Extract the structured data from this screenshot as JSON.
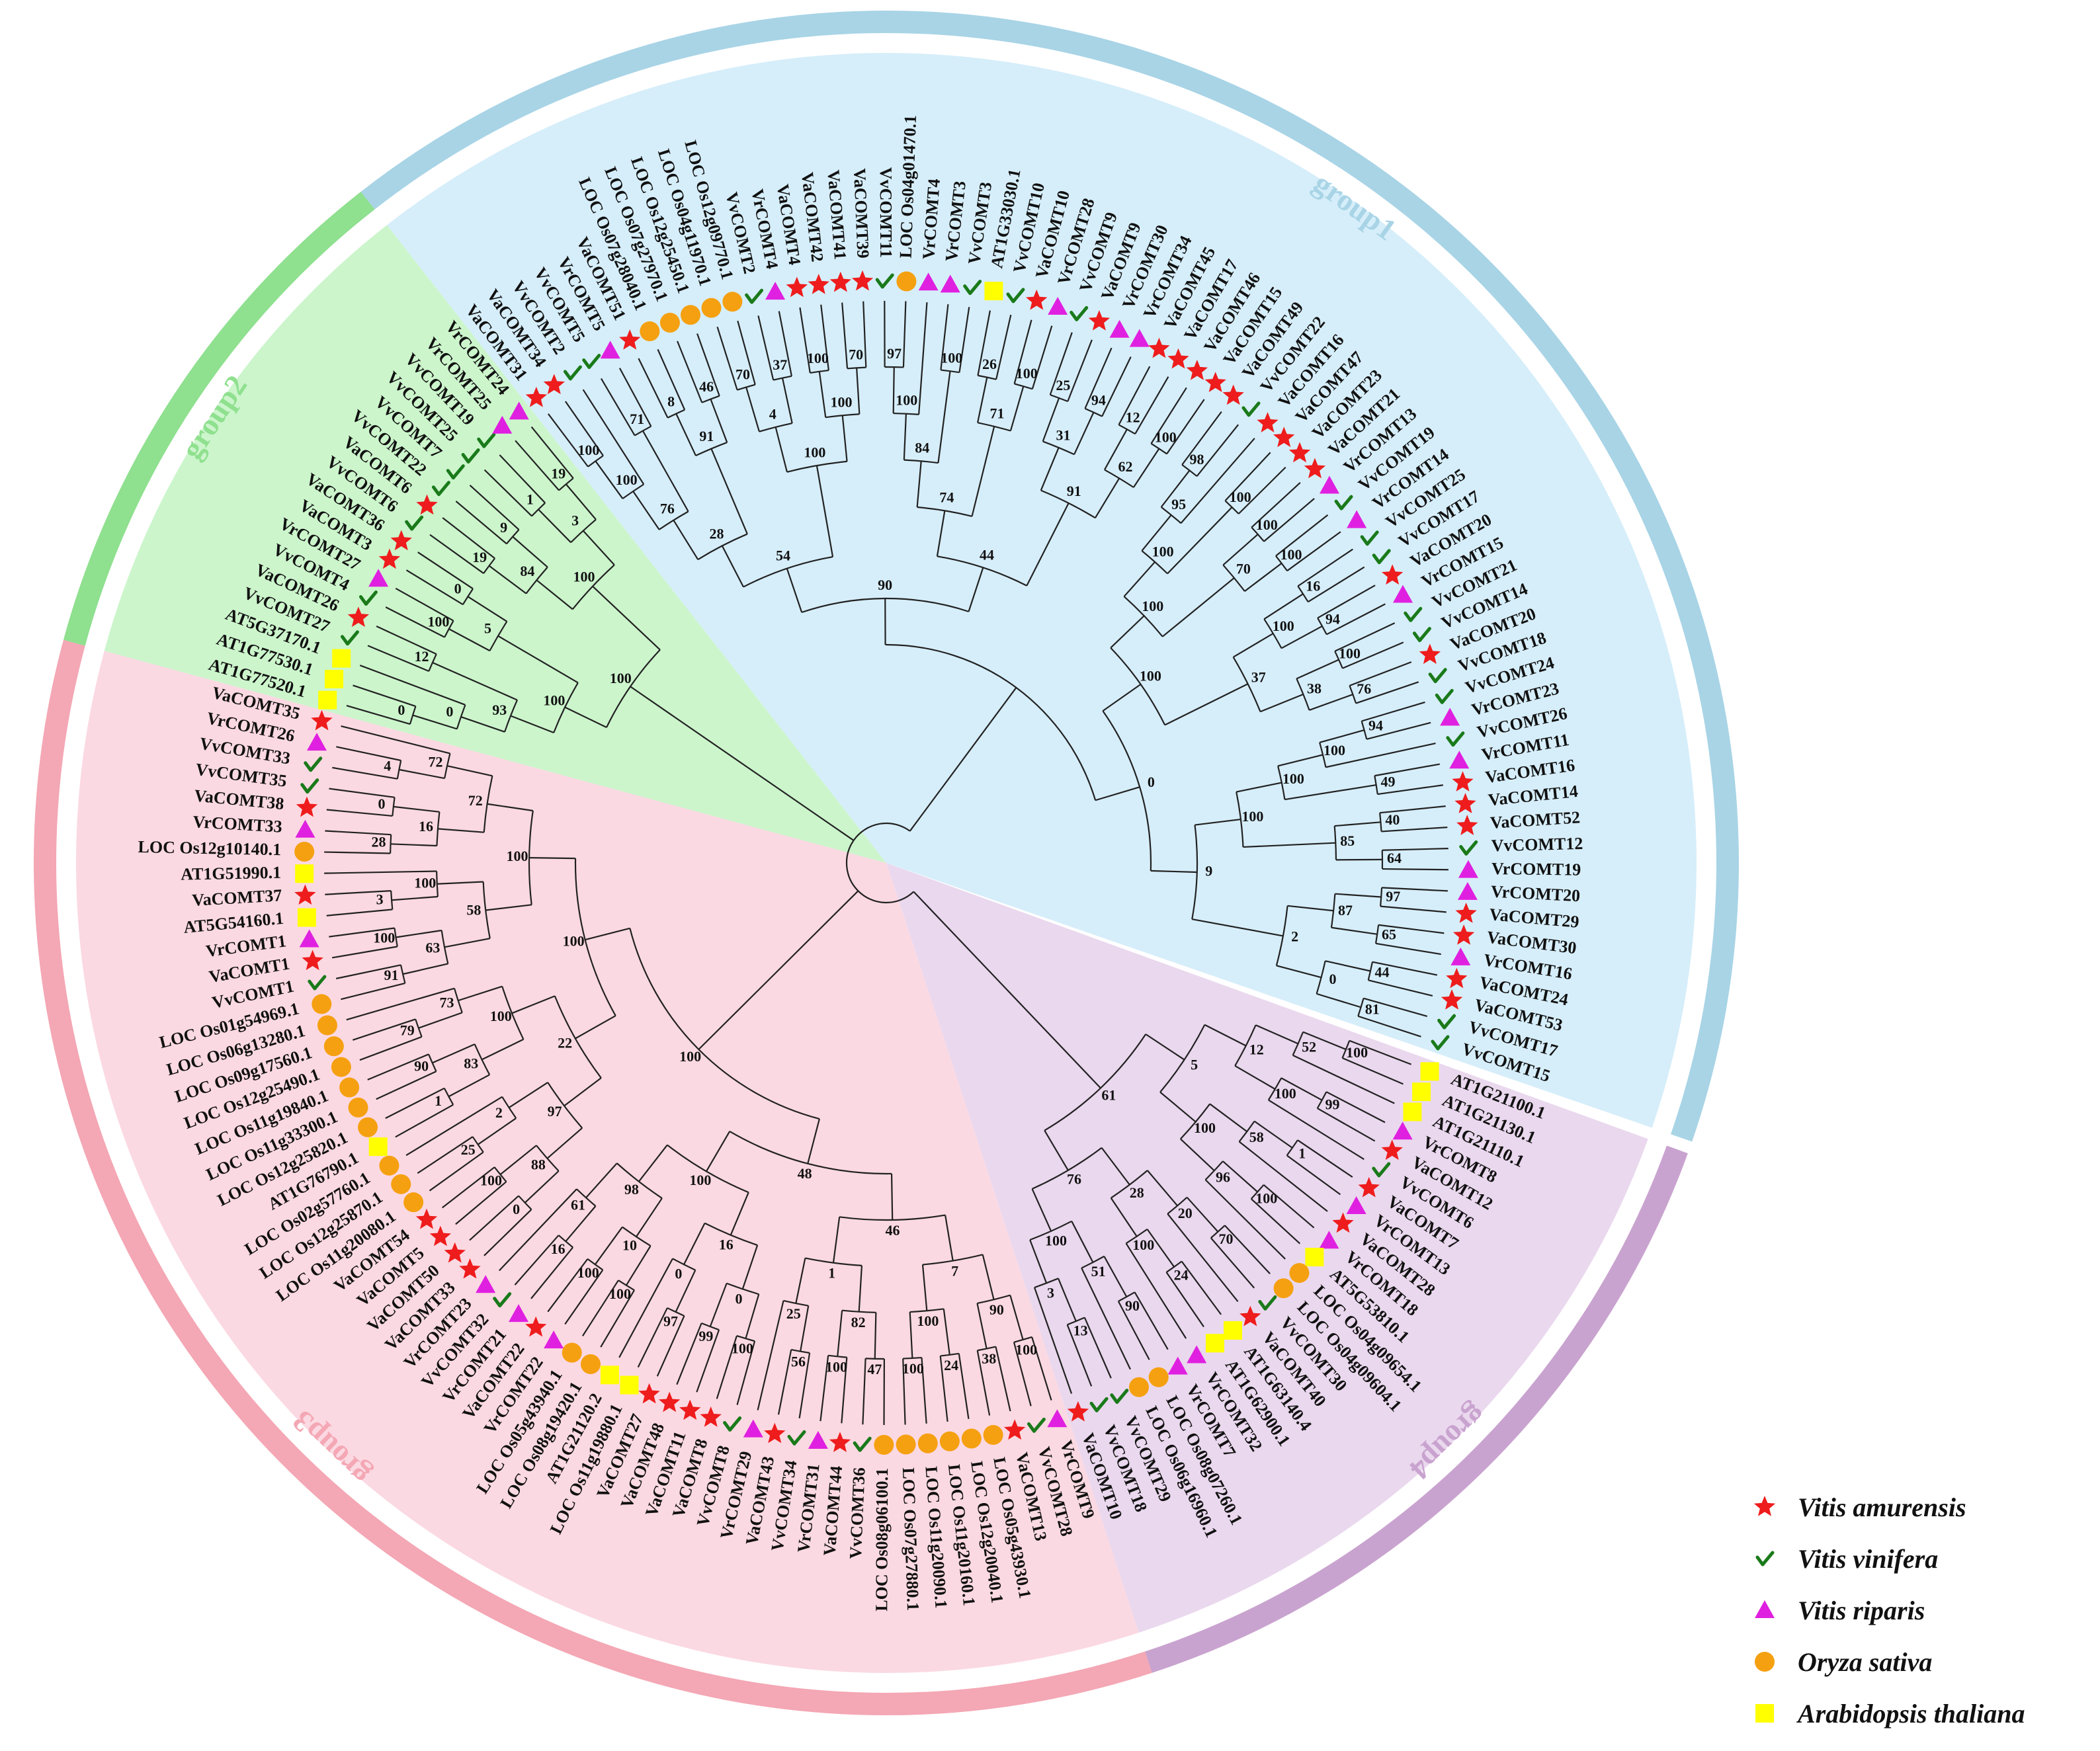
{
  "groups": [
    {
      "name": "group1",
      "color": "#a8d4e6",
      "fill": "#d6eefa"
    },
    {
      "name": "group2",
      "color": "#8fe08f",
      "fill": "#ccf5cc"
    },
    {
      "name": "group3",
      "color": "#f4a7b4",
      "fill": "#fbd9e2"
    },
    {
      "name": "group4",
      "color": "#c9a3cf",
      "fill": "#ead8ee"
    }
  ],
  "species_legend": [
    {
      "key": "va",
      "label": "Vitis amurensis",
      "symbol": "red-star-icon",
      "color": "#ee1c1c"
    },
    {
      "key": "vv",
      "label": "Vitis vinifera",
      "symbol": "green-check-icon",
      "color": "#1a7a1a"
    },
    {
      "key": "vr",
      "label": "Vitis riparis",
      "symbol": "magenta-triangle-icon",
      "color": "#e020e0"
    },
    {
      "key": "os",
      "label": "Oryza sativa",
      "symbol": "orange-circle-icon",
      "color": "#f5a010"
    },
    {
      "key": "at",
      "label": "Arabidopsis thaliana",
      "symbol": "yellow-square-icon",
      "color": "#ffff00"
    }
  ],
  "tips": [
    {
      "label": "AT1G21100.1",
      "sp": "at",
      "group": "group4"
    },
    {
      "label": "AT1G21130.1",
      "sp": "at",
      "group": "group4"
    },
    {
      "label": "AT1G21110.1",
      "sp": "at",
      "group": "group4"
    },
    {
      "label": "VrCOMT8",
      "sp": "vr",
      "group": "group4"
    },
    {
      "label": "VaCOMT12",
      "sp": "va",
      "group": "group4"
    },
    {
      "label": "VvCOMT6",
      "sp": "vv",
      "group": "group4"
    },
    {
      "label": "VaCOMT7",
      "sp": "va",
      "group": "group4"
    },
    {
      "label": "VrCOMT13",
      "sp": "vr",
      "group": "group4"
    },
    {
      "label": "VaCOMT28",
      "sp": "va",
      "group": "group4"
    },
    {
      "label": "VrCOMT18",
      "sp": "vr",
      "group": "group4"
    },
    {
      "label": "AT5G53810.1",
      "sp": "at",
      "group": "group4"
    },
    {
      "label": "LOC Os04g09654.1",
      "sp": "os",
      "group": "group4"
    },
    {
      "label": "LOC Os04g09604.1",
      "sp": "os",
      "group": "group4"
    },
    {
      "label": "VvCOMT30",
      "sp": "vv",
      "group": "group4"
    },
    {
      "label": "VaCOMT40",
      "sp": "va",
      "group": "group4"
    },
    {
      "label": "AT1G63140.4",
      "sp": "at",
      "group": "group4"
    },
    {
      "label": "AT1G62900.1",
      "sp": "at",
      "group": "group4"
    },
    {
      "label": "VrCOMT32",
      "sp": "vr",
      "group": "group4"
    },
    {
      "label": "VrCOMT7",
      "sp": "vr",
      "group": "group4"
    },
    {
      "label": "LOC Os08g07260.1",
      "sp": "os",
      "group": "group4"
    },
    {
      "label": "LOC Os06g16960.1",
      "sp": "os",
      "group": "group4"
    },
    {
      "label": "VvCOMT29",
      "sp": "vv",
      "group": "group4"
    },
    {
      "label": "VvCOMT18",
      "sp": "vv",
      "group": "group4"
    },
    {
      "label": "VaCOMT10",
      "sp": "va",
      "group": "group4"
    },
    {
      "label": "VrCOMT9",
      "sp": "vr",
      "group": "group3"
    },
    {
      "label": "VvCOMT28",
      "sp": "vv",
      "group": "group3"
    },
    {
      "label": "VaCOMT13",
      "sp": "va",
      "group": "group3"
    },
    {
      "label": "LOC Os05g43930.1",
      "sp": "os",
      "group": "group3"
    },
    {
      "label": "LOC Os12g20040.1",
      "sp": "os",
      "group": "group3"
    },
    {
      "label": "LOC Os11g20160.1",
      "sp": "os",
      "group": "group3"
    },
    {
      "label": "LOC Os11g20090.1",
      "sp": "os",
      "group": "group3"
    },
    {
      "label": "LOC Os07g27880.1",
      "sp": "os",
      "group": "group3"
    },
    {
      "label": "LOC Os08g06100.1",
      "sp": "os",
      "group": "group3"
    },
    {
      "label": "VvCOMT36",
      "sp": "vv",
      "group": "group3"
    },
    {
      "label": "VaCOMT44",
      "sp": "va",
      "group": "group3"
    },
    {
      "label": "VrCOMT31",
      "sp": "vr",
      "group": "group3"
    },
    {
      "label": "VvCOMT34",
      "sp": "vv",
      "group": "group3"
    },
    {
      "label": "VaCOMT43",
      "sp": "va",
      "group": "group3"
    },
    {
      "label": "VrCOMT29",
      "sp": "vr",
      "group": "group3"
    },
    {
      "label": "VvCOMT8",
      "sp": "vv",
      "group": "group3"
    },
    {
      "label": "VaCOMT8",
      "sp": "va",
      "group": "group3"
    },
    {
      "label": "VaCOMT11",
      "sp": "va",
      "group": "group3"
    },
    {
      "label": "VaCOMT48",
      "sp": "va",
      "group": "group3"
    },
    {
      "label": "VaCOMT27",
      "sp": "va",
      "group": "group3"
    },
    {
      "label": "LOC Os11g19880.1",
      "sp": "at",
      "group": "group3"
    },
    {
      "label": "AT1G21120.2",
      "sp": "at",
      "group": "group3"
    },
    {
      "label": "LOC Os08g19420.1",
      "sp": "os",
      "group": "group3"
    },
    {
      "label": "LOC Os05g43940.1",
      "sp": "os",
      "group": "group3"
    },
    {
      "label": "VrCOMT22",
      "sp": "vr",
      "group": "group3"
    },
    {
      "label": "VaCOMT22",
      "sp": "va",
      "group": "group3"
    },
    {
      "label": "VrCOMT21",
      "sp": "vr",
      "group": "group3"
    },
    {
      "label": "VvCOMT32",
      "sp": "vv",
      "group": "group3"
    },
    {
      "label": "VrCOMT23",
      "sp": "vr",
      "group": "group3"
    },
    {
      "label": "VaCOMT33",
      "sp": "va",
      "group": "group3"
    },
    {
      "label": "VaCOMT50",
      "sp": "va",
      "group": "group3"
    },
    {
      "label": "VaCOMT5",
      "sp": "va",
      "group": "group3"
    },
    {
      "label": "VaCOMT54",
      "sp": "va",
      "group": "group3"
    },
    {
      "label": "LOC Os11g20080.1",
      "sp": "os",
      "group": "group3"
    },
    {
      "label": "LOC Os12g25870.1",
      "sp": "os",
      "group": "group3"
    },
    {
      "label": "LOC Os02g57760.1",
      "sp": "os",
      "group": "group3"
    },
    {
      "label": "AT1G76790.1",
      "sp": "at",
      "group": "group3"
    },
    {
      "label": "LOC Os12g25820.1",
      "sp": "os",
      "group": "group3"
    },
    {
      "label": "LOC Os11g33300.1",
      "sp": "os",
      "group": "group3"
    },
    {
      "label": "LOC Os11g19840.1",
      "sp": "os",
      "group": "group3"
    },
    {
      "label": "LOC Os12g25490.1",
      "sp": "os",
      "group": "group3"
    },
    {
      "label": "LOC Os09g17560.1",
      "sp": "os",
      "group": "group3"
    },
    {
      "label": "LOC Os06g13280.1",
      "sp": "os",
      "group": "group3"
    },
    {
      "label": "LOC Os01g54969.1",
      "sp": "os",
      "group": "group3"
    },
    {
      "label": "VvCOMT1",
      "sp": "vv",
      "group": "group3"
    },
    {
      "label": "VaCOMT1",
      "sp": "va",
      "group": "group3"
    },
    {
      "label": "VrCOMT1",
      "sp": "vr",
      "group": "group3"
    },
    {
      "label": "AT5G54160.1",
      "sp": "at",
      "group": "group3"
    },
    {
      "label": "VaCOMT37",
      "sp": "va",
      "group": "group3"
    },
    {
      "label": "AT1G51990.1",
      "sp": "at",
      "group": "group3"
    },
    {
      "label": "LOC Os12g10140.1",
      "sp": "os",
      "group": "group3"
    },
    {
      "label": "VrCOMT33",
      "sp": "vr",
      "group": "group3"
    },
    {
      "label": "VaCOMT38",
      "sp": "va",
      "group": "group3"
    },
    {
      "label": "VvCOMT35",
      "sp": "vv",
      "group": "group3"
    },
    {
      "label": "VvCOMT33",
      "sp": "vv",
      "group": "group3"
    },
    {
      "label": "VrCOMT26",
      "sp": "vr",
      "group": "group3"
    },
    {
      "label": "VaCOMT35",
      "sp": "va",
      "group": "group3"
    },
    {
      "label": "AT1G77520.1",
      "sp": "at",
      "group": "group2"
    },
    {
      "label": "AT1G77530.1",
      "sp": "at",
      "group": "group2"
    },
    {
      "label": "AT5G37170.1",
      "sp": "at",
      "group": "group2"
    },
    {
      "label": "VvCOMT27",
      "sp": "vv",
      "group": "group2"
    },
    {
      "label": "VaCOMT26",
      "sp": "va",
      "group": "group2"
    },
    {
      "label": "VvCOMT4",
      "sp": "vv",
      "group": "group2"
    },
    {
      "label": "VrCOMT27",
      "sp": "vr",
      "group": "group2"
    },
    {
      "label": "VaCOMT3",
      "sp": "va",
      "group": "group2"
    },
    {
      "label": "VaCOMT36",
      "sp": "va",
      "group": "group2"
    },
    {
      "label": "VvCOMT6",
      "sp": "vv",
      "group": "group2"
    },
    {
      "label": "VaCOMT6",
      "sp": "va",
      "group": "group2"
    },
    {
      "label": "VvCOMT22",
      "sp": "vv",
      "group": "group2"
    },
    {
      "label": "VvCOMT7",
      "sp": "vv",
      "group": "group2"
    },
    {
      "label": "VvCOMT25",
      "sp": "vv",
      "group": "group2"
    },
    {
      "label": "VvCOMT19",
      "sp": "vv",
      "group": "group2"
    },
    {
      "label": "VrCOMT25",
      "sp": "vr",
      "group": "group2"
    },
    {
      "label": "VrCOMT24",
      "sp": "vr",
      "group": "group2"
    },
    {
      "label": "VaCOMT31",
      "sp": "va",
      "group": "group1"
    },
    {
      "label": "VaCOMT34",
      "sp": "va",
      "group": "group1"
    },
    {
      "label": "VvCOMT2",
      "sp": "vv",
      "group": "group1"
    },
    {
      "label": "VvCOMT5",
      "sp": "vv",
      "group": "group1"
    },
    {
      "label": "VrCOMT5",
      "sp": "vr",
      "group": "group1"
    },
    {
      "label": "VaCOMT51",
      "sp": "va",
      "group": "group1"
    },
    {
      "label": "LOC Os07g28040.1",
      "sp": "os",
      "group": "group1"
    },
    {
      "label": "LOC Os07g27970.1",
      "sp": "os",
      "group": "group1"
    },
    {
      "label": "LOC Os12g25450.1",
      "sp": "os",
      "group": "group1"
    },
    {
      "label": "LOC Os04g11970.1",
      "sp": "os",
      "group": "group1"
    },
    {
      "label": "LOC Os12g09770.1",
      "sp": "os",
      "group": "group1"
    },
    {
      "label": "VvCOMT2",
      "sp": "vv",
      "group": "group1"
    },
    {
      "label": "VrCOMT4",
      "sp": "vr",
      "group": "group1"
    },
    {
      "label": "VaCOMT4",
      "sp": "va",
      "group": "group1"
    },
    {
      "label": "VaCOMT42",
      "sp": "va",
      "group": "group1"
    },
    {
      "label": "VaCOMT41",
      "sp": "va",
      "group": "group1"
    },
    {
      "label": "VaCOMT39",
      "sp": "va",
      "group": "group1"
    },
    {
      "label": "VvCOMT11",
      "sp": "vv",
      "group": "group1"
    },
    {
      "label": "LOC Os04g01470.1",
      "sp": "os",
      "group": "group1"
    },
    {
      "label": "VrCOMT4",
      "sp": "vr",
      "group": "group1"
    },
    {
      "label": "VrCOMT3",
      "sp": "vr",
      "group": "group1"
    },
    {
      "label": "VvCOMT3",
      "sp": "vv",
      "group": "group1"
    },
    {
      "label": "AT1G33030.1",
      "sp": "at",
      "group": "group1"
    },
    {
      "label": "VvCOMT10",
      "sp": "vv",
      "group": "group1"
    },
    {
      "label": "VaCOMT10",
      "sp": "va",
      "group": "group1"
    },
    {
      "label": "VrCOMT28",
      "sp": "vr",
      "group": "group1"
    },
    {
      "label": "VvCOMT9",
      "sp": "vv",
      "group": "group1"
    },
    {
      "label": "VaCOMT9",
      "sp": "va",
      "group": "group1"
    },
    {
      "label": "VrCOMT30",
      "sp": "vr",
      "group": "group1"
    },
    {
      "label": "VrCOMT34",
      "sp": "vr",
      "group": "group1"
    },
    {
      "label": "VaCOMT45",
      "sp": "va",
      "group": "group1"
    },
    {
      "label": "VaCOMT17",
      "sp": "va",
      "group": "group1"
    },
    {
      "label": "VaCOMT46",
      "sp": "va",
      "group": "group1"
    },
    {
      "label": "VaCOMT15",
      "sp": "va",
      "group": "group1"
    },
    {
      "label": "VaCOMT49",
      "sp": "va",
      "group": "group1"
    },
    {
      "label": "VvCOMT22",
      "sp": "vv",
      "group": "group1"
    },
    {
      "label": "VaCOMT16",
      "sp": "va",
      "group": "group1"
    },
    {
      "label": "VaCOMT47",
      "sp": "va",
      "group": "group1"
    },
    {
      "label": "VaCOMT23",
      "sp": "va",
      "group": "group1"
    },
    {
      "label": "VaCOMT21",
      "sp": "va",
      "group": "group1"
    },
    {
      "label": "VrCOMT13",
      "sp": "vr",
      "group": "group1"
    },
    {
      "label": "VvCOMT19",
      "sp": "vv",
      "group": "group1"
    },
    {
      "label": "VrCOMT14",
      "sp": "vr",
      "group": "group1"
    },
    {
      "label": "VvCOMT25",
      "sp": "vv",
      "group": "group1"
    },
    {
      "label": "VvCOMT17",
      "sp": "vv",
      "group": "group1"
    },
    {
      "label": "VaCOMT20",
      "sp": "va",
      "group": "group1"
    },
    {
      "label": "VrCOMT15",
      "sp": "vr",
      "group": "group1"
    },
    {
      "label": "VvCOMT21",
      "sp": "vv",
      "group": "group1"
    },
    {
      "label": "VvCOMT14",
      "sp": "vv",
      "group": "group1"
    },
    {
      "label": "VaCOMT20",
      "sp": "va",
      "group": "group1"
    },
    {
      "label": "VvCOMT18",
      "sp": "vv",
      "group": "group1"
    },
    {
      "label": "VvCOMT24",
      "sp": "vv",
      "group": "group1"
    },
    {
      "label": "VrCOMT23",
      "sp": "vr",
      "group": "group1"
    },
    {
      "label": "VvCOMT26",
      "sp": "vv",
      "group": "group1"
    },
    {
      "label": "VrCOMT11",
      "sp": "vr",
      "group": "group1"
    },
    {
      "label": "VaCOMT16",
      "sp": "va",
      "group": "group1"
    },
    {
      "label": "VaCOMT14",
      "sp": "va",
      "group": "group1"
    },
    {
      "label": "VaCOMT52",
      "sp": "va",
      "group": "group1"
    },
    {
      "label": "VvCOMT12",
      "sp": "vv",
      "group": "group1"
    },
    {
      "label": "VrCOMT19",
      "sp": "vr",
      "group": "group1"
    },
    {
      "label": "VrCOMT20",
      "sp": "vr",
      "group": "group1"
    },
    {
      "label": "VaCOMT29",
      "sp": "va",
      "group": "group1"
    },
    {
      "label": "VaCOMT30",
      "sp": "va",
      "group": "group1"
    },
    {
      "label": "VrCOMT16",
      "sp": "vr",
      "group": "group1"
    },
    {
      "label": "VaCOMT24",
      "sp": "va",
      "group": "group1"
    },
    {
      "label": "VaCOMT53",
      "sp": "va",
      "group": "group1"
    },
    {
      "label": "VvCOMT17",
      "sp": "vv",
      "group": "group1"
    },
    {
      "label": "VvCOMT15",
      "sp": "vv",
      "group": "group1"
    }
  ],
  "bootstrap_values": [
    "100",
    "52",
    "99",
    "100",
    "12",
    "1",
    "58",
    "100",
    "96",
    "100",
    "5",
    "70",
    "20",
    "24",
    "100",
    "28",
    "90",
    "51",
    "13",
    "3",
    "100",
    "76",
    "61",
    "100",
    "38",
    "90",
    "24",
    "100",
    "100",
    "7",
    "47",
    "100",
    "82",
    "56",
    "25",
    "1",
    "46",
    "100",
    "99",
    "0",
    "97",
    "0",
    "16",
    "100",
    "100",
    "10",
    "16",
    "61",
    "98",
    "100",
    "48",
    "0",
    "100",
    "88",
    "25",
    "2",
    "97",
    "1",
    "90",
    "83",
    "79",
    "73",
    "100",
    "22",
    "91",
    "100",
    "63",
    "3",
    "100",
    "58",
    "28",
    "0",
    "16",
    "4",
    "72",
    "72",
    "100",
    "100",
    "100",
    "0",
    "0",
    "12",
    "93",
    "100",
    "0",
    "5",
    "100",
    "19",
    "9",
    "84",
    "1",
    "19",
    "3",
    "100",
    "100",
    "100",
    "100",
    "71",
    "76",
    "8",
    "46",
    "91",
    "28",
    "70",
    "37",
    "4",
    "100",
    "70",
    "100",
    "100",
    "54",
    "97",
    "100",
    "100",
    "84",
    "26",
    "100",
    "71",
    "74",
    "25",
    "94",
    "31",
    "12",
    "100",
    "62",
    "91",
    "44",
    "90",
    "98",
    "95",
    "100",
    "100",
    "100",
    "100",
    "70",
    "100",
    "16",
    "94",
    "100",
    "100",
    "76",
    "38",
    "37",
    "100",
    "94",
    "100",
    "49",
    "100",
    "40",
    "64",
    "85",
    "100",
    "97",
    "65",
    "87",
    "44",
    "81",
    "0",
    "2",
    "9",
    "0",
    "0"
  ]
}
